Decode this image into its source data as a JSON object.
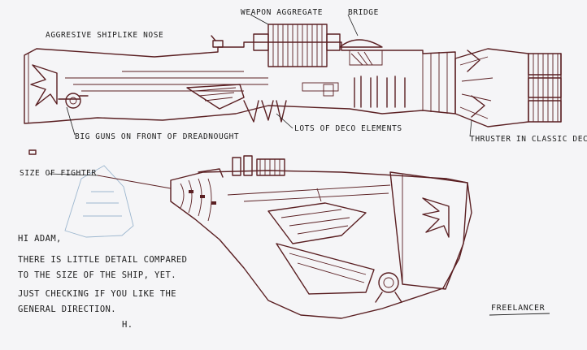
{
  "labels": {
    "nose": "AGGRESIVE SHIPLIKE NOSE",
    "weapon": "WEAPON AGGREGATE",
    "bridge": "BRIDGE",
    "guns": "BIG GUNS ON FRONT OF DREADNOUGHT",
    "deco": "LOTS OF DECO ELEMENTS",
    "thruster": "THRUSTER IN CLASSIC DECO",
    "fighter": "SIZE OF FIGHTER"
  },
  "note": {
    "greeting": "HI ADAM,",
    "line1": "THERE IS LITTLE DETAIL COMPARED",
    "line2": "TO THE SIZE OF THE SHIP, YET.",
    "line3": "JUST CHECKING IF YOU LIKE THE",
    "line4": "GENERAL DIRECTION.",
    "sign": "H."
  },
  "signature": "FREELANCER",
  "colors": {
    "ink": "#5a1f22",
    "paper": "#f5f5f7",
    "pencil": "#9db7cf"
  }
}
